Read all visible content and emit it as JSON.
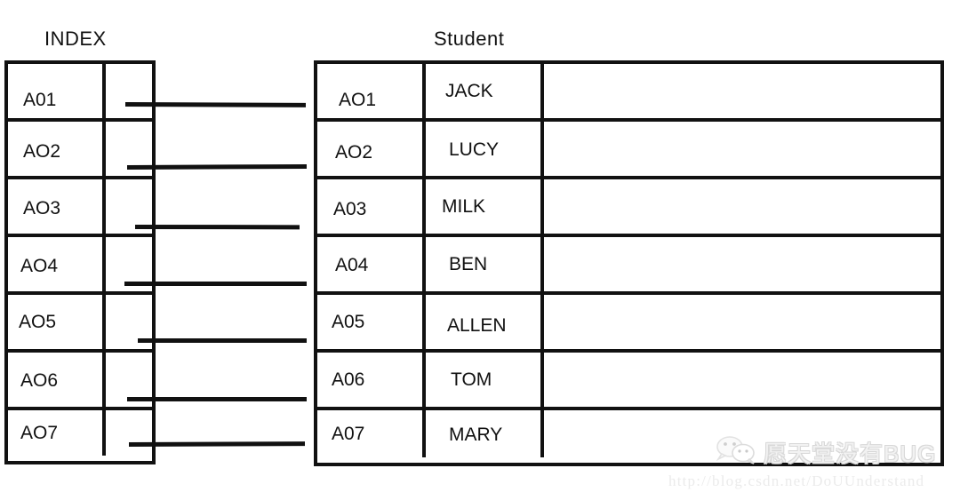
{
  "diagram": {
    "title_index": "INDEX",
    "title_student": "Student",
    "ink_color": "#111111",
    "background": "#ffffff"
  },
  "index_table": {
    "caption": "INDEX",
    "column_count": 2,
    "rows": [
      {
        "key": "A01",
        "pointer": ""
      },
      {
        "key": "AO2",
        "pointer": ""
      },
      {
        "key": "AO3",
        "pointer": ""
      },
      {
        "key": "AO4",
        "pointer": ""
      },
      {
        "key": "AO5",
        "pointer": ""
      },
      {
        "key": "AO6",
        "pointer": ""
      },
      {
        "key": "AO7",
        "pointer": ""
      }
    ]
  },
  "student_table": {
    "caption": "Student",
    "column_count": 3,
    "rows": [
      {
        "id": "AO1",
        "name": "JACK",
        "extra": ""
      },
      {
        "id": "AO2",
        "name": "LUCY",
        "extra": ""
      },
      {
        "id": "A03",
        "name": "MILK",
        "extra": ""
      },
      {
        "id": "A04",
        "name": "BEN",
        "extra": ""
      },
      {
        "id": "A05",
        "name": "ALLEN",
        "extra": ""
      },
      {
        "id": "A06",
        "name": "TOM",
        "extra": ""
      },
      {
        "id": "A07",
        "name": "MARY",
        "extra": ""
      }
    ]
  },
  "connectors": [
    {
      "from_row": 1,
      "to_row": 1
    },
    {
      "from_row": 2,
      "to_row": 2
    },
    {
      "from_row": 3,
      "to_row": 3
    },
    {
      "from_row": 4,
      "to_row": 4
    },
    {
      "from_row": 5,
      "to_row": 5
    },
    {
      "from_row": 6,
      "to_row": 6
    },
    {
      "from_row": 7,
      "to_row": 7
    }
  ],
  "watermark": {
    "text": "愿天堂没有BUG",
    "url": "http://blog.csdn.net/DoUUnderstand",
    "icon": "wechat-icon"
  }
}
